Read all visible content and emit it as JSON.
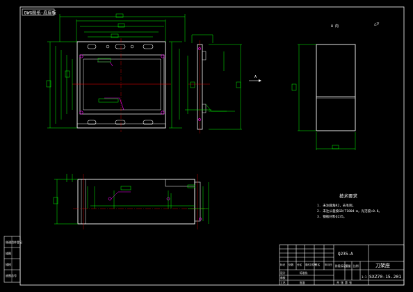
{
  "drawing": {
    "corner_tag": "DWG图纸-底座板",
    "top_right_mark": "△▽",
    "side_view_label": "A 向",
    "section_label": "A"
  },
  "tech_requirements": {
    "title": "技术要求",
    "items": [
      "1. 未注圆角R2，去毛刺。",
      "2. 未注公差按GB/T1804-m，光洁度×0.8。",
      "3. 钢板材料Q235。"
    ]
  },
  "title_block": {
    "material": "Q235-A",
    "part_name": "刀架座",
    "drawing_number": "SXZ70-15.201",
    "scale": "1:1",
    "sheet_labels": [
      "标记",
      "处数",
      "分区",
      "更改文件号",
      "签名",
      "年月日"
    ],
    "role_labels": [
      "设计",
      "审核",
      "工艺",
      "批准"
    ],
    "stage_labels": [
      "阶段标记",
      "重量",
      "比例"
    ],
    "sheet_count": "共 张 第 张",
    "standardization": "标准化"
  },
  "left_strip": {
    "labels": [
      "借通用件登记",
      "描图",
      "描校",
      "底图总号"
    ]
  },
  "colors": {
    "background": "#000000",
    "lines": "#ffffff",
    "dimensions": "#00ff00",
    "centerlines": "#ff0000",
    "annotations": "#ff00ff",
    "tech_text": "#ffffff"
  }
}
